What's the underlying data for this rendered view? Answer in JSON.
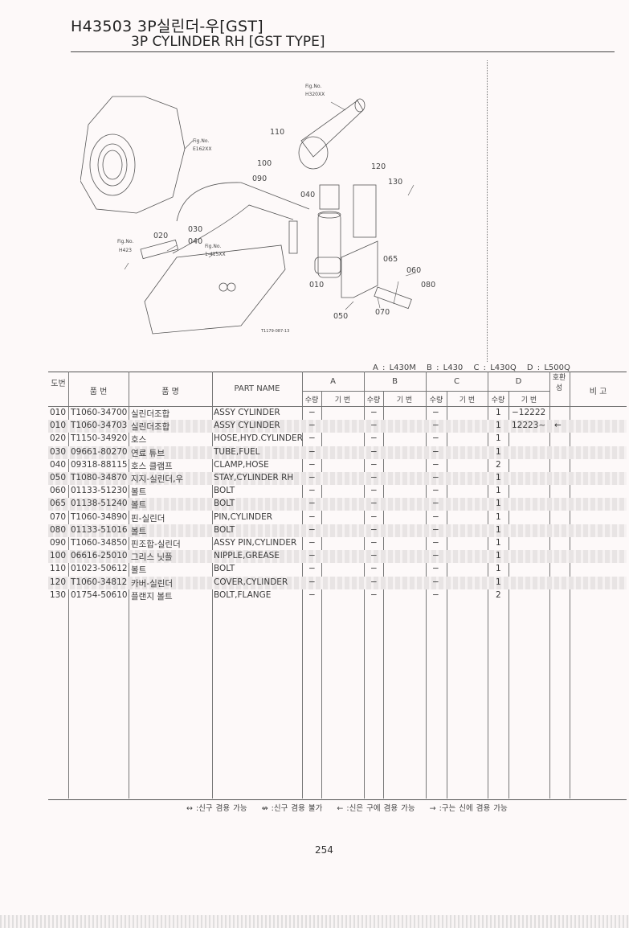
{
  "header": {
    "title_ko": "H43503 3P실린더-우[GST]",
    "title_en": "3P CYLINDER RH [GST TYPE]"
  },
  "diagram": {
    "fig_refs": [
      "Fig.No.",
      "H320XX",
      "Fig.No.",
      "E162XX",
      "Fig.No.",
      "H423",
      "Fig.No.",
      "1-415XX"
    ],
    "callouts": [
      "110",
      "100",
      "090",
      "120",
      "130",
      "040",
      "030",
      "020",
      "040",
      "065",
      "060",
      "080",
      "010",
      "050",
      "070"
    ],
    "drawing_code": "T1179-087-13"
  },
  "models": [
    "A : L430M",
    "B : L430",
    "C : L430Q",
    "D : L500Q"
  ],
  "table": {
    "headers": {
      "ref_no": "도번",
      "part_no": "품   번",
      "name_ko": "품        명",
      "part_name": "PART  NAME",
      "groups": [
        "A",
        "B",
        "C",
        "D"
      ],
      "qty": "수량",
      "serial": "기 번",
      "compat": "호환성",
      "remarks": "비   고"
    },
    "rows": [
      {
        "no": "010",
        "part": "T1060-34700",
        "ko": "실린더조합",
        "name": "ASSY CYLINDER",
        "a": "−",
        "b": "−",
        "c": "−",
        "d": "1",
        "ds": "−12222",
        "compat": ""
      },
      {
        "no": "010",
        "part": "T1060-34703",
        "ko": "실린더조합",
        "name": "ASSY CYLINDER",
        "a": "−",
        "b": "−",
        "c": "−",
        "d": "1",
        "ds": "12223∼",
        "compat": "←"
      },
      {
        "no": "020",
        "part": "T1150-34920",
        "ko": "호스",
        "name": "HOSE,HYD.CYLINDER",
        "a": "−",
        "b": "−",
        "c": "−",
        "d": "1",
        "ds": "",
        "compat": ""
      },
      {
        "no": "030",
        "part": "09661-80270",
        "ko": "연료 튜브",
        "name": "TUBE,FUEL",
        "a": "−",
        "b": "−",
        "c": "−",
        "d": "1",
        "ds": "",
        "compat": ""
      },
      {
        "no": "040",
        "part": "09318-88115",
        "ko": "호스 클램프",
        "name": "CLAMP,HOSE",
        "a": "−",
        "b": "−",
        "c": "−",
        "d": "2",
        "ds": "",
        "compat": ""
      },
      {
        "no": "050",
        "part": "T1080-34870",
        "ko": "지지-실린더,우",
        "name": "STAY,CYLINDER RH",
        "a": "−",
        "b": "−",
        "c": "−",
        "d": "1",
        "ds": "",
        "compat": ""
      },
      {
        "no": "060",
        "part": "01133-51230",
        "ko": "볼트",
        "name": "BOLT",
        "a": "−",
        "b": "−",
        "c": "−",
        "d": "1",
        "ds": "",
        "compat": ""
      },
      {
        "no": "065",
        "part": "01138-51240",
        "ko": "볼트",
        "name": "BOLT",
        "a": "−",
        "b": "−",
        "c": "−",
        "d": "1",
        "ds": "",
        "compat": ""
      },
      {
        "no": "070",
        "part": "T1060-34890",
        "ko": "핀-실린더",
        "name": "PIN,CYLINDER",
        "a": "−",
        "b": "−",
        "c": "−",
        "d": "1",
        "ds": "",
        "compat": ""
      },
      {
        "no": "080",
        "part": "01133-51016",
        "ko": "볼트",
        "name": "BOLT",
        "a": "−",
        "b": "−",
        "c": "−",
        "d": "1",
        "ds": "",
        "compat": ""
      },
      {
        "no": "090",
        "part": "T1060-34850",
        "ko": "핀조합-실린더",
        "name": "ASSY PIN,CYLINDER",
        "a": "−",
        "b": "−",
        "c": "−",
        "d": "1",
        "ds": "",
        "compat": ""
      },
      {
        "no": "100",
        "part": "06616-25010",
        "ko": "그리스 닛플",
        "name": "NIPPLE,GREASE",
        "a": "−",
        "b": "−",
        "c": "−",
        "d": "1",
        "ds": "",
        "compat": ""
      },
      {
        "no": "110",
        "part": "01023-50612",
        "ko": "볼트",
        "name": "BOLT",
        "a": "−",
        "b": "−",
        "c": "−",
        "d": "1",
        "ds": "",
        "compat": ""
      },
      {
        "no": "120",
        "part": "T1060-34812",
        "ko": "카버-실린더",
        "name": "COVER,CYLINDER",
        "a": "−",
        "b": "−",
        "c": "−",
        "d": "1",
        "ds": "",
        "compat": ""
      },
      {
        "no": "130",
        "part": "01754-50610",
        "ko": "플랜지 볼트",
        "name": "BOLT,FLANGE",
        "a": "−",
        "b": "−",
        "c": "−",
        "d": "2",
        "ds": "",
        "compat": ""
      }
    ]
  },
  "legend": [
    "↔ :신구 겸용 가능",
    "↮ :신구 겸용 불가",
    "← :신은 구에 겸용 가능",
    "→ :구는 신에 겸용 가능"
  ],
  "footer": {
    "page_number": "254"
  }
}
